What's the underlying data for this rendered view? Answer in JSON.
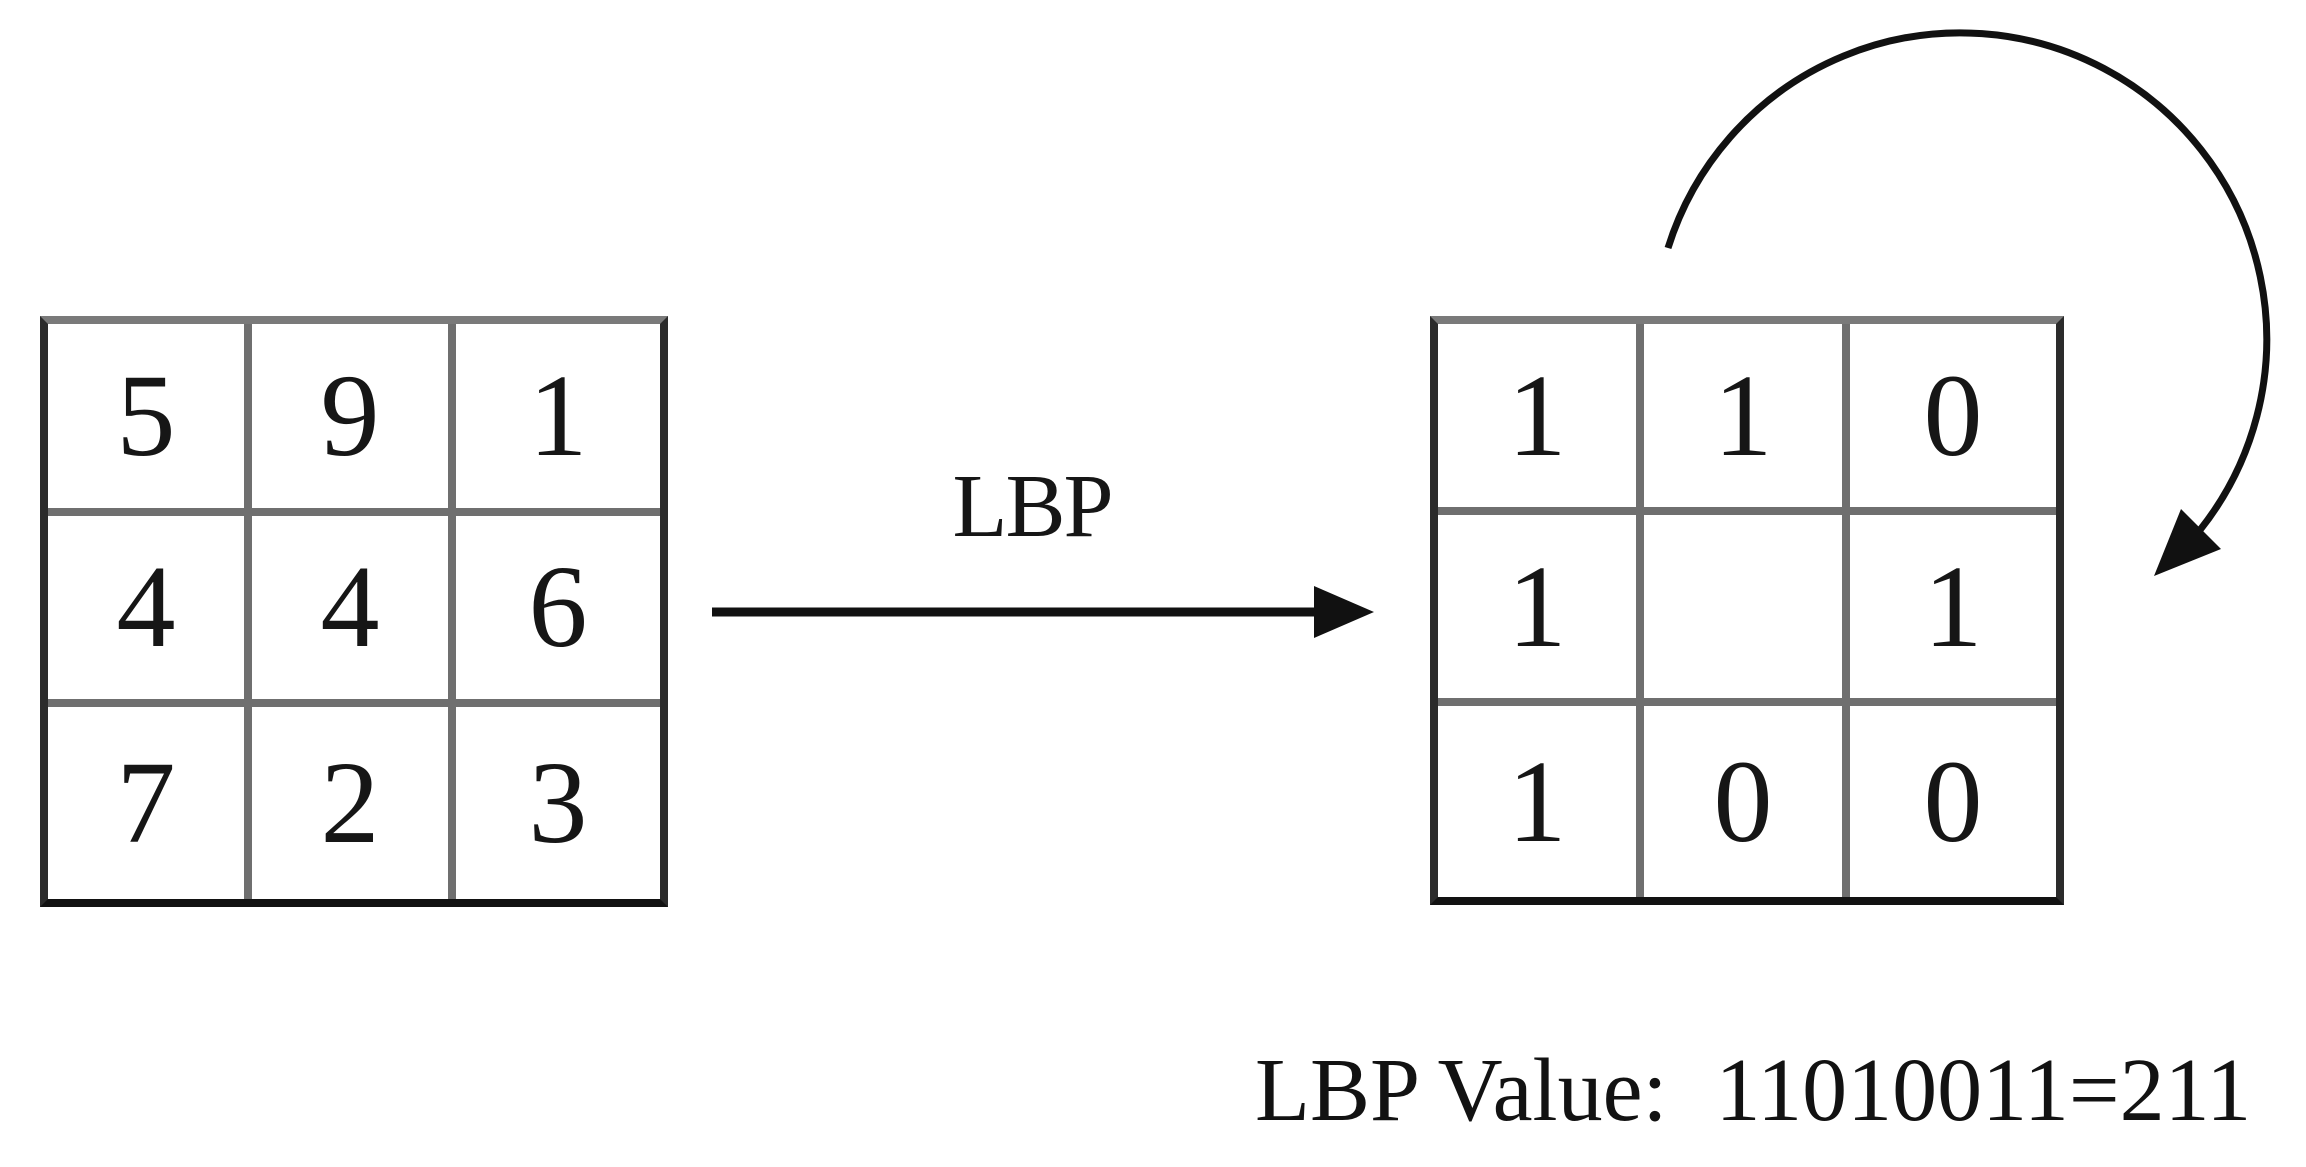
{
  "figure": {
    "left_grid": {
      "cells": [
        [
          "5",
          "9",
          "1"
        ],
        [
          "4",
          "4",
          "6"
        ],
        [
          "7",
          "2",
          "3"
        ]
      ]
    },
    "right_grid": {
      "cells": [
        [
          "1",
          "1",
          "0"
        ],
        [
          "1",
          "",
          "1"
        ],
        [
          "1",
          "0",
          "0"
        ]
      ]
    },
    "arrow_label": "LBP",
    "caption": {
      "label": "LBP Value:",
      "value": "11010011=211"
    },
    "colors": {
      "ink": "#161616",
      "grid_inner_line": "#6f6f6f",
      "grid_outer_top": "#7a7a7a",
      "grid_outer_side": "#2b2b2b",
      "grid_outer_bottom": "#121212",
      "background": "#ffffff"
    }
  }
}
